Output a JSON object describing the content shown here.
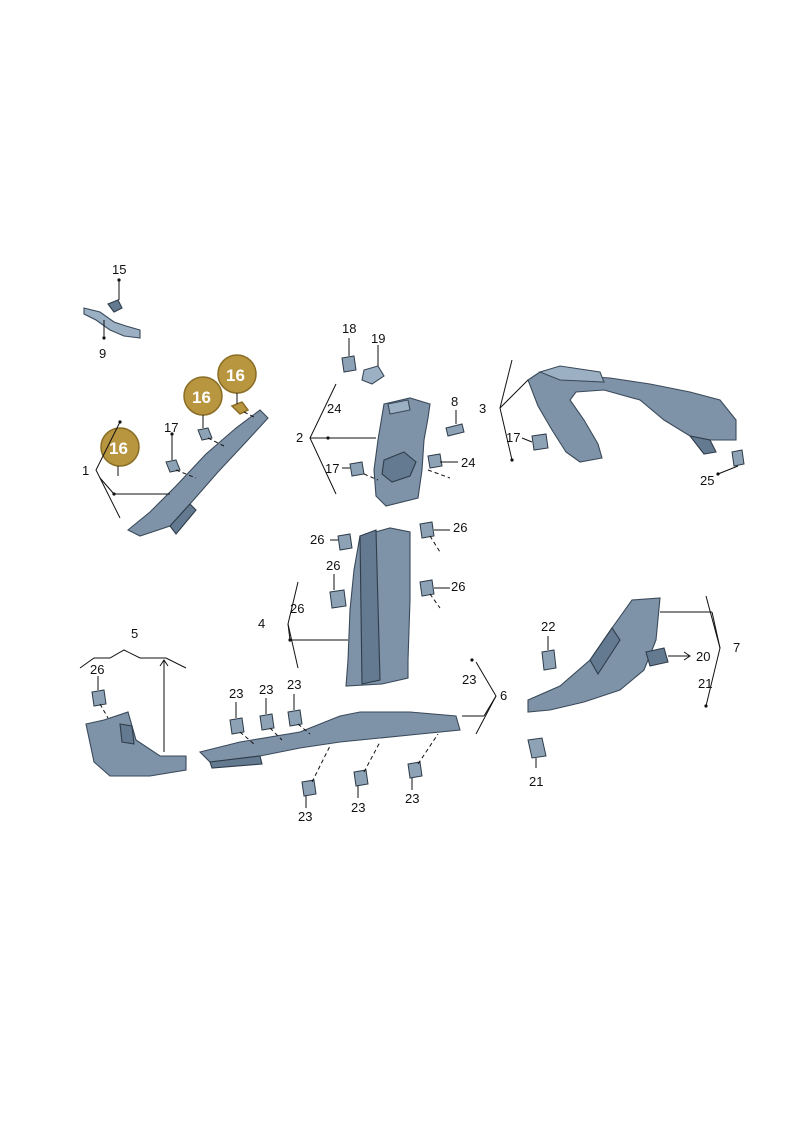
{
  "callouts": {
    "c15": "15",
    "c9": "9",
    "c16a": "16",
    "c16b": "16",
    "c16c": "16",
    "c17a": "17",
    "c1": "1",
    "c18": "18",
    "c19": "19",
    "c24a": "24",
    "c2": "2",
    "c17b": "17",
    "c8": "8",
    "c24b": "24",
    "c3": "3",
    "c17c": "17",
    "c25": "25",
    "c26a": "26",
    "c26b": "26",
    "c26c": "26",
    "c26d": "26",
    "c26e": "26",
    "c4": "4",
    "c5": "5",
    "c26f": "26",
    "c23a": "23",
    "c23b": "23",
    "c23c": "23",
    "c23d": "23",
    "c6": "6",
    "c23e": "23",
    "c23f": "23",
    "c23g": "23",
    "c22": "22",
    "c20": "20",
    "c7": "7",
    "c21a": "21",
    "c21b": "21"
  },
  "colors": {
    "highlight": "#b8953f",
    "part": "#7f93a8",
    "outline": "#3a4a5a"
  }
}
